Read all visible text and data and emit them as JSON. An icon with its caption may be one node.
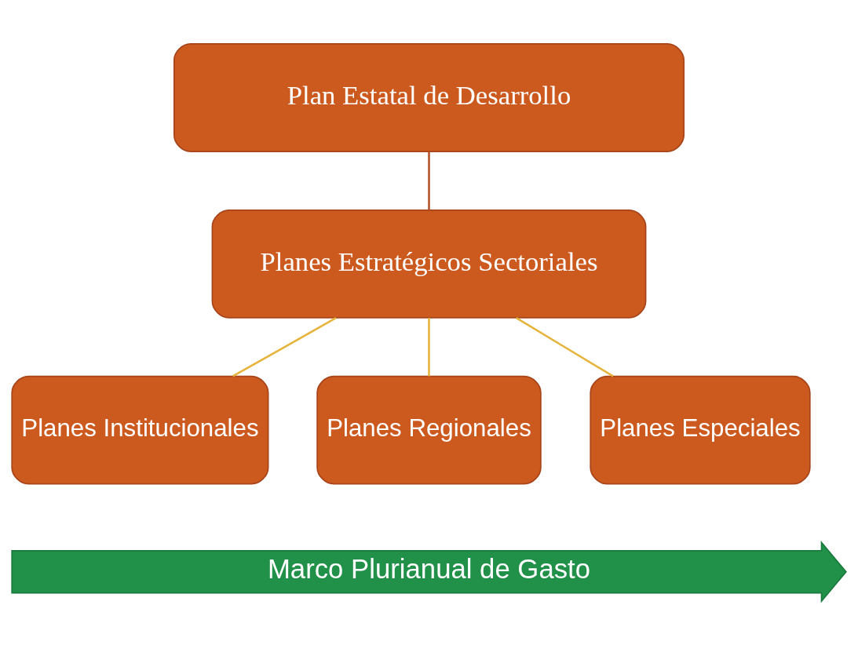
{
  "diagram": {
    "nodes": [
      {
        "text": [
          "Plan Estatal de Desarrollo"
        ]
      },
      {
        "text": [
          "Planes Estratégicos Sectoriales"
        ]
      },
      {
        "text": [
          "Planes Institucionales"
        ]
      },
      {
        "text": [
          "Planes Regionales"
        ]
      },
      {
        "text": [
          "Planes Especiales"
        ]
      },
      {
        "text": [
          "Marco Plurianual de Gasto"
        ]
      }
    ],
    "edges": [
      {
        "from": 0,
        "to": 1,
        "arrow": "none",
        "color": "#b5532a"
      },
      {
        "from": 1,
        "to": 2,
        "arrow": "none"
      },
      {
        "from": 1,
        "to": 3,
        "arrow": "none"
      },
      {
        "from": 1,
        "to": 4,
        "arrow": "none"
      }
    ]
  }
}
